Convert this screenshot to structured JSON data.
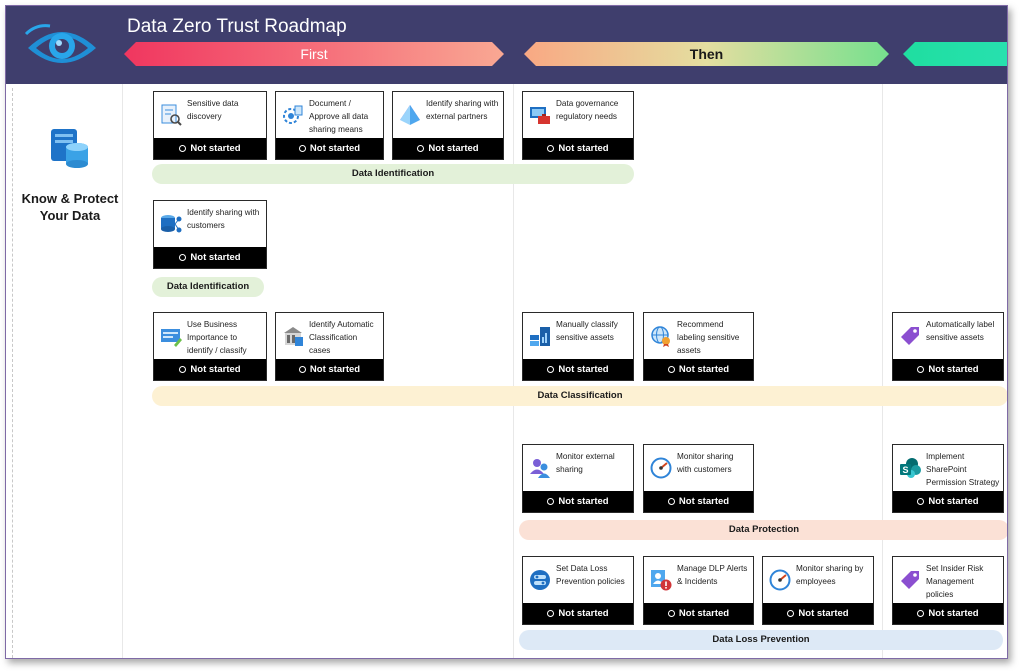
{
  "title": "Data Zero Trust Roadmap",
  "phases": {
    "first": "First",
    "then": "Then",
    "next": ""
  },
  "pillar": {
    "label": "Know & Protect Your Data",
    "icon": "database-icon"
  },
  "status_label": "Not started",
  "cards": {
    "sensitive_discovery": {
      "label": "Sensitive data discovery",
      "icon": "document-search-icon"
    },
    "approve_sharing": {
      "label": "Document / Approve all data sharing means",
      "icon": "gear-document-icon"
    },
    "external_partners": {
      "label": "Identify sharing with external partners",
      "icon": "pyramid-icon"
    },
    "gov_regulatory": {
      "label": "Data governance regulatory needs",
      "icon": "briefcase-monitor-icon"
    },
    "sharing_customers": {
      "label": "Identify sharing with customers",
      "icon": "database-share-icon"
    },
    "business_importance": {
      "label": "Use Business Importance to identify / classify",
      "icon": "form-edit-icon"
    },
    "auto_classification": {
      "label": "Identify Automatic Classification cases",
      "icon": "building-icon"
    },
    "manual_classify": {
      "label": "Manually classify sensitive assets",
      "icon": "chart-grid-icon"
    },
    "recommend_labeling": {
      "label": "Recommend labeling sensitive assets",
      "icon": "globe-badge-icon"
    },
    "auto_label": {
      "label": "Automatically label sensitive assets",
      "icon": "tag-icon"
    },
    "monitor_external": {
      "label": "Monitor external sharing",
      "icon": "users-icon"
    },
    "monitor_customers": {
      "label": "Monitor sharing with customers",
      "icon": "gauge-icon"
    },
    "sharepoint_strategy": {
      "label": "Implement SharePoint Permission Strategy",
      "icon": "sharepoint-icon"
    },
    "dlp_policies": {
      "label": "Set Data Loss Prevention policies",
      "icon": "dlp-policy-icon"
    },
    "dlp_alerts": {
      "label": "Manage DLP Alerts & Incidents",
      "icon": "alert-icon"
    },
    "monitor_employees": {
      "label": "Monitor sharing by employees",
      "icon": "gauge-icon"
    },
    "insider_risk": {
      "label": "Set Insider Risk Management policies",
      "icon": "tag-icon"
    }
  },
  "bands": {
    "identification_1": "Data Identification",
    "identification_2": "Data Identification",
    "classification": "Data Classification",
    "protection": "Data Protection",
    "dlp": "Data Loss Prevention"
  },
  "colors": {
    "header_bg": "#3f3e6d",
    "band_identification": "#e3f1d9",
    "band_classification": "#fdf1d3",
    "band_protection": "#fbe1d6",
    "band_dlp": "#dde9f6",
    "status_bg": "#000000"
  }
}
